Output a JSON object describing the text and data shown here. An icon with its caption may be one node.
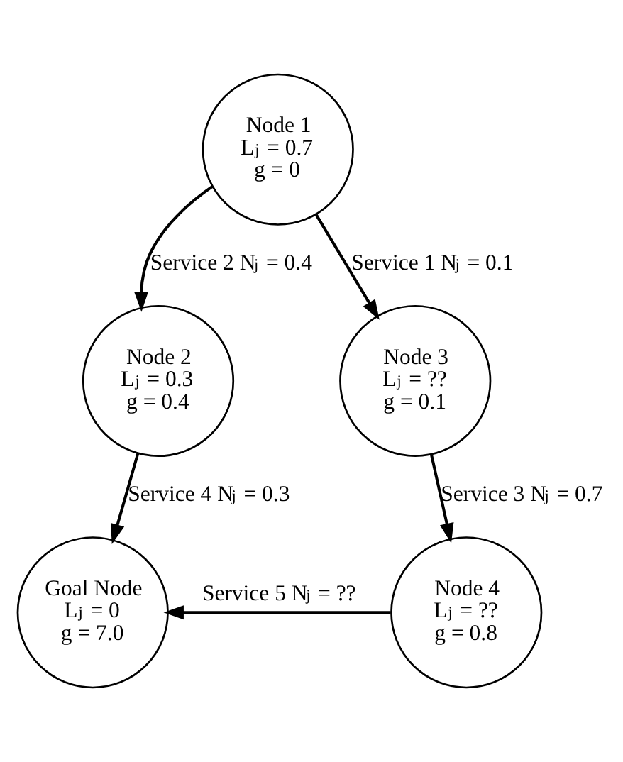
{
  "diagram": {
    "nodes": [
      {
        "text": [
          "Node 1",
          "L$_{j}$ = 0.7",
          "g = 0"
        ]
      },
      {
        "text": [
          "Node 2",
          "L$_{j}$ = 0.3",
          "g = 0.4"
        ]
      },
      {
        "text": [
          "Node 3",
          "L$_{j}$ = ??",
          "g = 0.1"
        ]
      },
      {
        "text": [
          "Goal Node",
          "L$_{j}$ = 0",
          "g = 7.0"
        ]
      },
      {
        "text": [
          "Node 4",
          "L$_{j}$ = ??",
          "g = 0.8"
        ]
      }
    ],
    "edges": [
      {
        "from": 0,
        "to": 1,
        "arrow": "to",
        "label": "Service 2 N$_{j}$ = 0.4"
      },
      {
        "from": 0,
        "to": 2,
        "arrow": "to",
        "label": "Service 1 N$_{j}$ = 0.1"
      },
      {
        "from": 1,
        "to": 3,
        "arrow": "to",
        "label": "Service 4 N$_{j}$ = 0.3"
      },
      {
        "from": 2,
        "to": 4,
        "arrow": "to",
        "label": "Service 3 N$_{j}$ = 0.7"
      },
      {
        "from": 4,
        "to": 3,
        "arrow": "to",
        "label": "Service 5 N$_{j}$ = ??"
      }
    ]
  }
}
